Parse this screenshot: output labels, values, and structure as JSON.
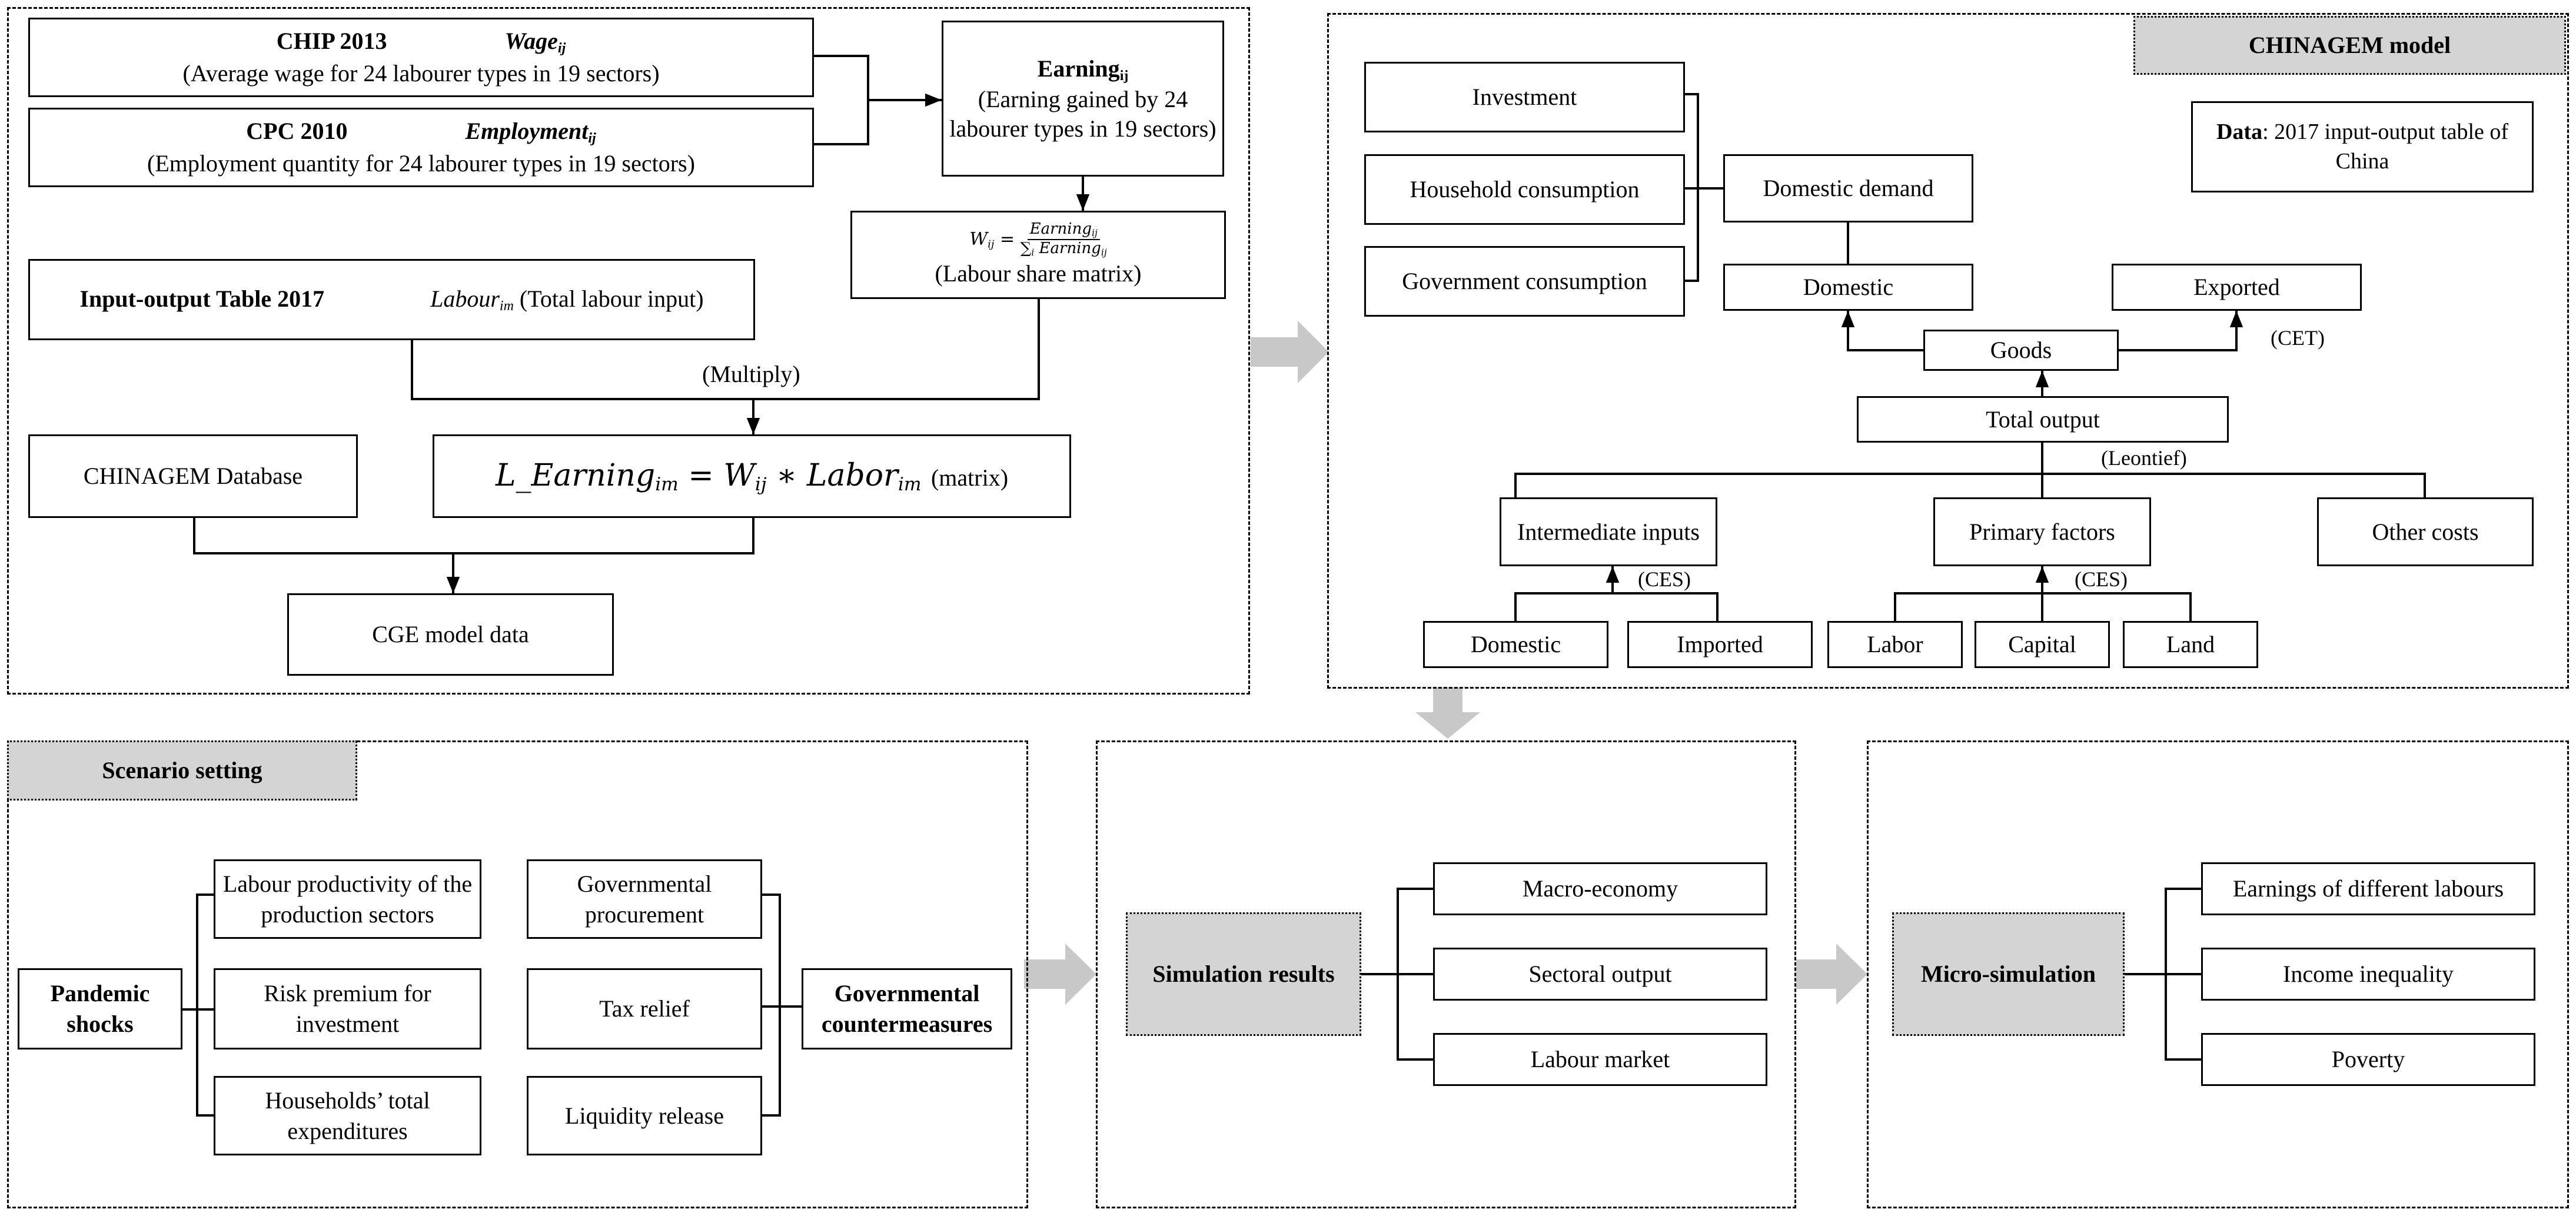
{
  "top_left": {
    "chip": {
      "source": "CHIP 2013",
      "target": "Wage",
      "sub": "ij",
      "desc": "(Average wage for 24 labourer types in 19  sectors)"
    },
    "cpc": {
      "source": "CPC 2010",
      "target": "Employment",
      "sub": "ij",
      "desc": "(Employment quantity for 24 labourer types in 19  sectors)"
    },
    "earning": {
      "title": "Earning",
      "sub": "ij",
      "desc": "(Earning gained by 24 labourer types in 19 sectors)"
    },
    "share": {
      "w": "W",
      "w_sub": "ij",
      "eq": "=",
      "num": "Earning",
      "num_sub": "ij",
      "den": "∑",
      "den_idx": "i",
      "den_term": "Earning",
      "den_sub": "ij",
      "desc": "(Labour share matrix)"
    },
    "io": {
      "source": "Input-output Table 2017",
      "target": "Labour",
      "sub": "im",
      "desc": "(Total labour input)"
    },
    "multiply": "(Multiply)",
    "db": "CHINAGEM Database",
    "formula": {
      "lhs": "L_Earning",
      "lhs_sub": "im",
      "op1": "=",
      "w": "W",
      "w_sub": "ij",
      "op2": "∗",
      "labor": "Labor",
      "labor_sub": "im",
      "note": "(matrix)"
    },
    "cge": "CGE model data"
  },
  "chinagem": {
    "title": "CHINAGEM model",
    "data_label": "Data",
    "data_text": ": 2017 input-output table of China",
    "investment": "Investment",
    "household": "Household consumption",
    "government": "Government consumption",
    "domestic_demand": "Domestic demand",
    "domestic": "Domestic",
    "exported": "Exported",
    "cet": "(CET)",
    "goods": "Goods",
    "total_output": "Total output",
    "leontief": "(Leontief)",
    "intermediate": "Intermediate inputs",
    "primary": "Primary factors",
    "other_costs": "Other costs",
    "ces1": "(CES)",
    "ces2": "(CES)",
    "dom2": "Domestic",
    "imported": "Imported",
    "labor": "Labor",
    "capital": "Capital",
    "land": "Land"
  },
  "scenario": {
    "title": "Scenario setting",
    "pandemic": "Pandemic shocks",
    "labour_prod": "Labour productivity of the production sectors",
    "risk": "Risk premium for investment",
    "households": "Households’ total expenditures",
    "procurement": "Governmental procurement",
    "tax": "Tax relief",
    "liquidity": "Liquidity release",
    "countermeasures": "Governmental countermeasures"
  },
  "simulation": {
    "title": "Simulation results",
    "macro": "Macro-economy",
    "sectoral": "Sectoral output",
    "labour_market": "Labour market"
  },
  "micro": {
    "title": "Micro-simulation",
    "earnings": "Earnings of different labours",
    "inequality": "Income inequality",
    "poverty": "Poverty"
  }
}
